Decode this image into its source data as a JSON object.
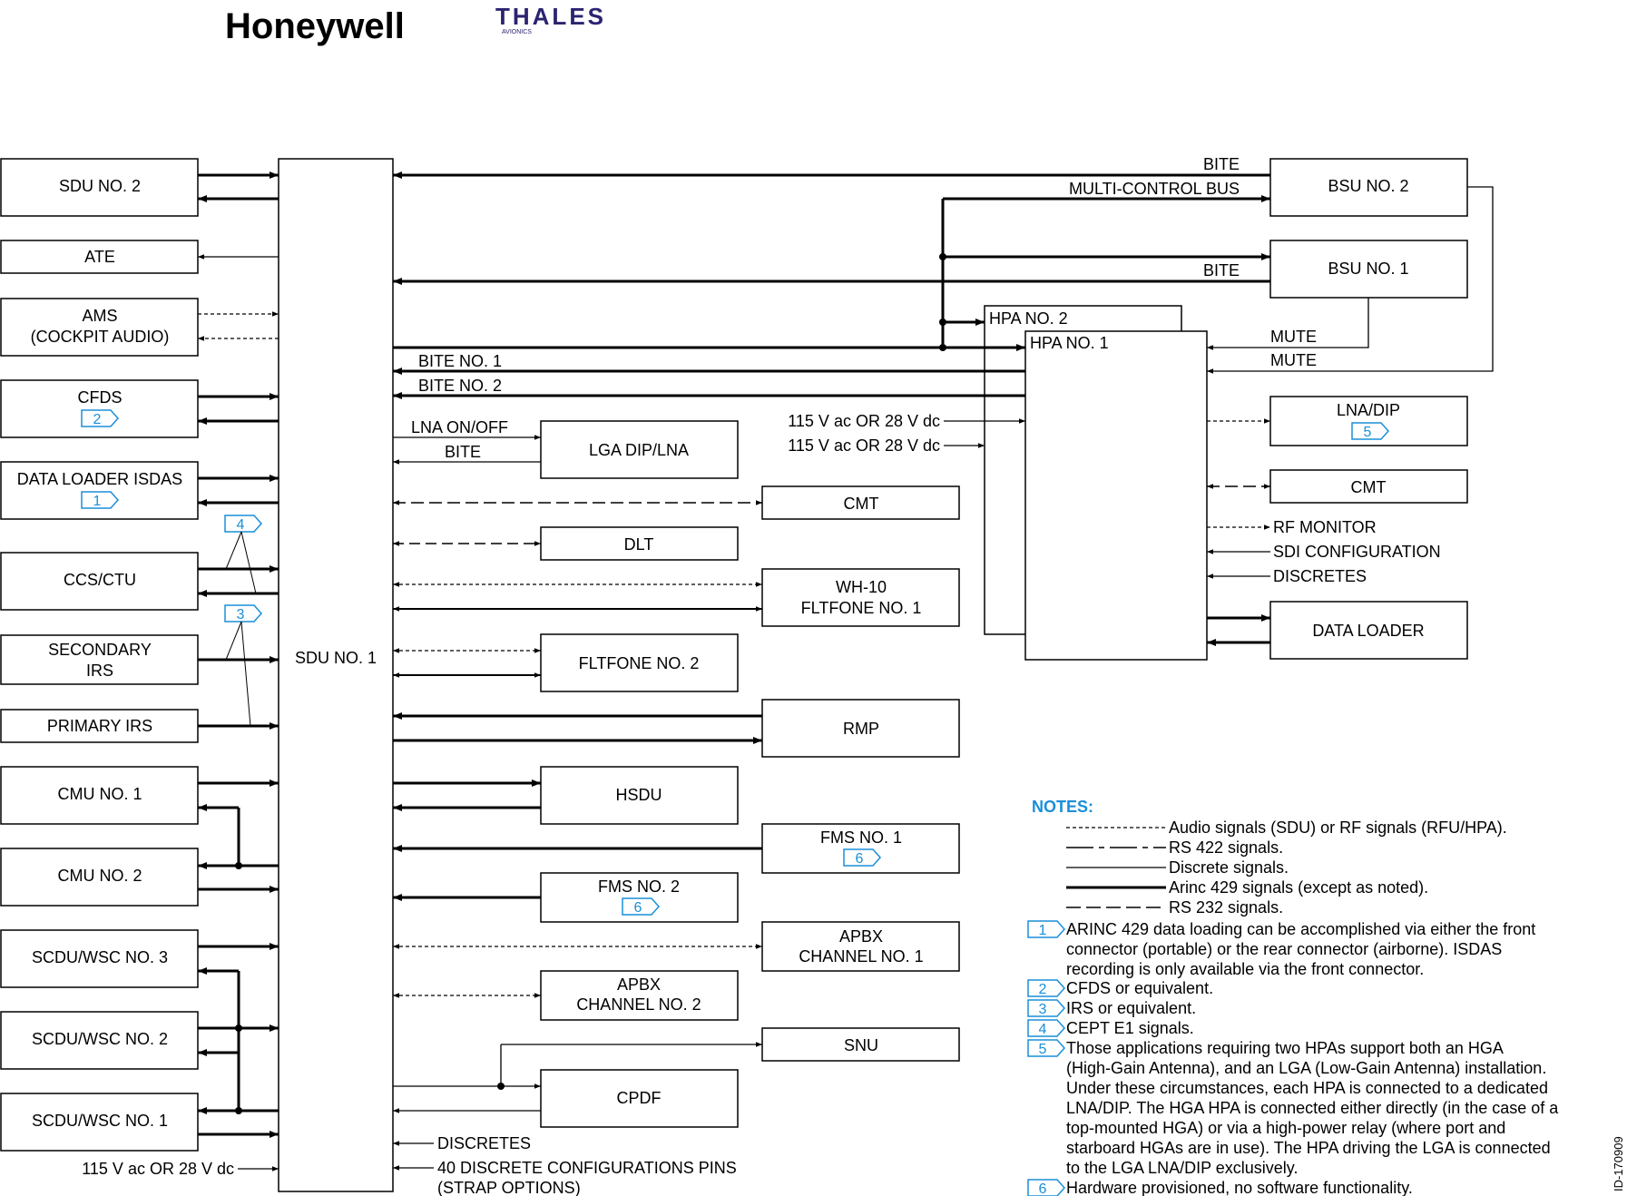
{
  "logos": {
    "honeywell": "Honeywell",
    "thales": "THALES",
    "thales_sub": "AVIONICS"
  },
  "doc_id": "ID-170909",
  "colors": {
    "note_blue": "#1a8fd8",
    "ink": "#000000"
  },
  "center_box": "SDU NO. 1",
  "left_boxes": [
    {
      "label": "SDU NO. 2"
    },
    {
      "label": "ATE"
    },
    {
      "label": "AMS",
      "label2": "(COCKPIT AUDIO)"
    },
    {
      "label": "CFDS",
      "note": "2"
    },
    {
      "label": "DATA LOADER ISDAS",
      "note": "1"
    },
    {
      "label": "CCS/CTU"
    },
    {
      "label": "SECONDARY",
      "label2": "IRS"
    },
    {
      "label": "PRIMARY IRS"
    },
    {
      "label": "CMU NO. 1"
    },
    {
      "label": "CMU NO. 2"
    },
    {
      "label": "SCDU/WSC NO. 3"
    },
    {
      "label": "SCDU/WSC NO. 2"
    },
    {
      "label": "SCDU/WSC NO. 1"
    }
  ],
  "left_callouts": {
    "ccs_note": "4",
    "irs_note": "3"
  },
  "left_power": "115 V ac OR 28 V dc",
  "mid_boxes": {
    "lga": "LGA DIP/LNA",
    "cmt": "CMT",
    "dlt": "DLT",
    "wh10_1": "WH-10",
    "wh10_2": "FLTFONE NO. 1",
    "fltfone2": "FLTFONE NO. 2",
    "rmp": "RMP",
    "hsdu": "HSDU",
    "fms1": "FMS NO. 1",
    "fms1_note": "6",
    "fms2": "FMS NO. 2",
    "fms2_note": "6",
    "apbx1_1": "APBX",
    "apbx1_2": "CHANNEL NO. 1",
    "apbx2_1": "APBX",
    "apbx2_2": "CHANNEL NO. 2",
    "snu": "SNU",
    "cpdf": "CPDF"
  },
  "signals": {
    "bite": "BITE",
    "multi_control_bus": "MULTI-CONTROL BUS",
    "bite2": "BITE",
    "bite_no1": "BITE NO. 1",
    "bite_no2": "BITE NO. 2",
    "lna_onoff": "LNA ON/OFF",
    "lga_bite": "BITE",
    "power_a": "115 V ac OR 28 V dc",
    "power_b": "115 V ac OR 28 V dc",
    "discretes_bottom": "DISCRETES",
    "discrete_pins": "40 DISCRETE CONFIGURATIONS PINS",
    "strap": "(STRAP OPTIONS)",
    "mute1": "MUTE",
    "mute2": "MUTE",
    "rf_monitor": "RF MONITOR",
    "sdi_config": "SDI CONFIGURATION",
    "discretes_right": "DISCRETES"
  },
  "right_boxes": {
    "bsu2": "BSU NO. 2",
    "bsu1": "BSU NO. 1",
    "hpa2": "HPA NO. 2",
    "hpa1": "HPA NO. 1",
    "lnadip": "LNA/DIP",
    "lnadip_note": "5",
    "cmt": "CMT",
    "data_loader": "DATA LOADER"
  },
  "notes": {
    "heading": "NOTES:",
    "legend": [
      "Audio signals (SDU) or RF signals (RFU/HPA).",
      "RS 422 signals.",
      "Discrete signals.",
      "Arinc 429 signals (except as noted).",
      "RS 232 signals."
    ],
    "numbered": [
      {
        "num": "1",
        "lines": [
          "ARINC 429 data loading can be accomplished via either the front",
          "connector (portable) or the rear connector (airborne). ISDAS",
          "recording is only available via the front connector."
        ]
      },
      {
        "num": "2",
        "lines": [
          "CFDS or equivalent."
        ]
      },
      {
        "num": "3",
        "lines": [
          "IRS or equivalent."
        ]
      },
      {
        "num": "4",
        "lines": [
          "CEPT E1 signals."
        ]
      },
      {
        "num": "5",
        "lines": [
          "Those applications requiring two HPAs support both an HGA",
          "(High-Gain Antenna), and an LGA (Low-Gain Antenna) installation.",
          "Under these circumstances, each HPA is connected to a dedicated",
          "LNA/DIP. The HGA HPA is connected either directly (in the case of a",
          "top-mounted HGA) or via a high-power relay (where port and",
          "starboard HGAs are in use). The HPA driving the LGA is connected",
          "to the LGA LNA/DIP exclusively."
        ]
      },
      {
        "num": "6",
        "lines": [
          "Hardware provisioned, no software functionality."
        ]
      }
    ]
  }
}
